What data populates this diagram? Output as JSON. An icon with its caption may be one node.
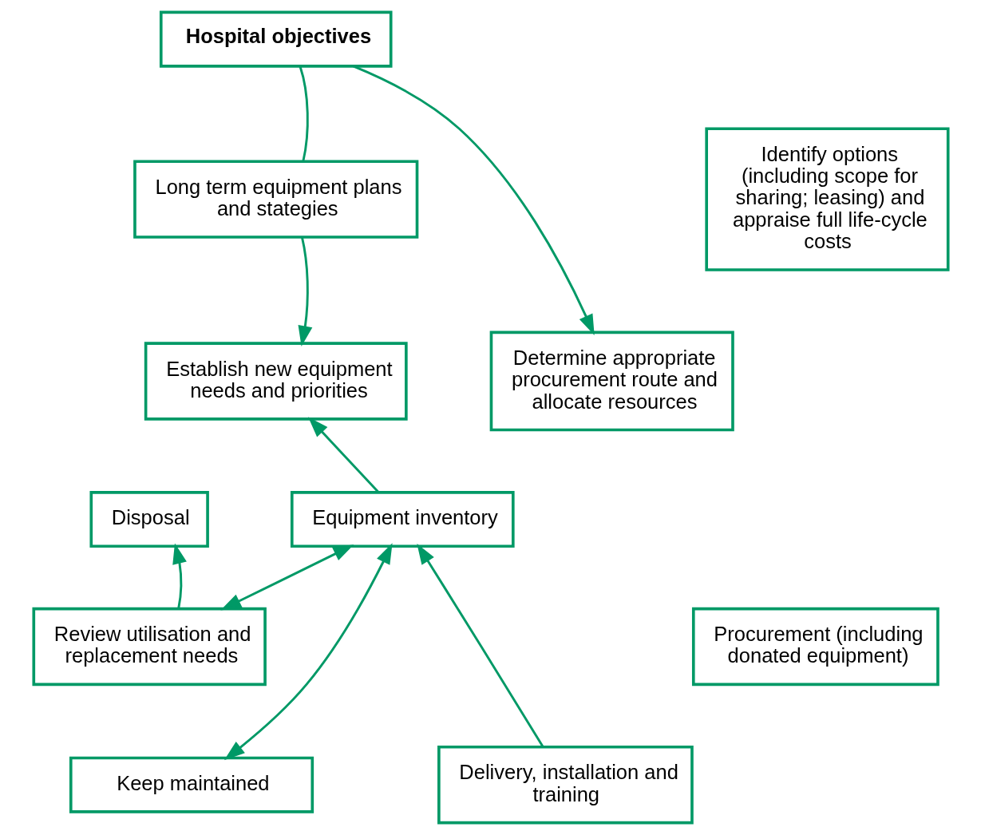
{
  "diagram": {
    "nodes": [
      {
        "text": [
          "Hospital objectives"
        ]
      },
      {
        "text": [
          "Long term equipment plans and stategies"
        ]
      },
      {
        "text": [
          "Identify options (including scope for sharing; leasing) and appraise full life-cycle costs"
        ]
      },
      {
        "text": [
          "Establish new equipment needs and priorities"
        ]
      },
      {
        "text": [
          "Determine appropriate procurement route and allocate resources"
        ]
      },
      {
        "text": [
          "Disposal"
        ]
      },
      {
        "text": [
          "Equipment inventory"
        ]
      },
      {
        "text": [
          "Review utilisation and replacement needs"
        ]
      },
      {
        "text": [
          "Procurement (including donated equipment)"
        ]
      },
      {
        "text": [
          "Keep maintained"
        ]
      },
      {
        "text": [
          "Delivery, installation and training"
        ]
      }
    ],
    "edges": [
      {
        "from": 0,
        "to": 1,
        "arrow": "none"
      },
      {
        "from": 1,
        "to": 3,
        "arrow": "to"
      },
      {
        "from": 0,
        "to": 4,
        "arrow": "to"
      },
      {
        "from": 6,
        "to": 3,
        "arrow": "to"
      },
      {
        "from": 7,
        "to": 5,
        "arrow": "to"
      },
      {
        "from": 6,
        "to": 7,
        "arrow": "both"
      },
      {
        "from": 6,
        "to": 9,
        "arrow": "both"
      },
      {
        "from": 10,
        "to": 6,
        "arrow": "to"
      }
    ]
  }
}
